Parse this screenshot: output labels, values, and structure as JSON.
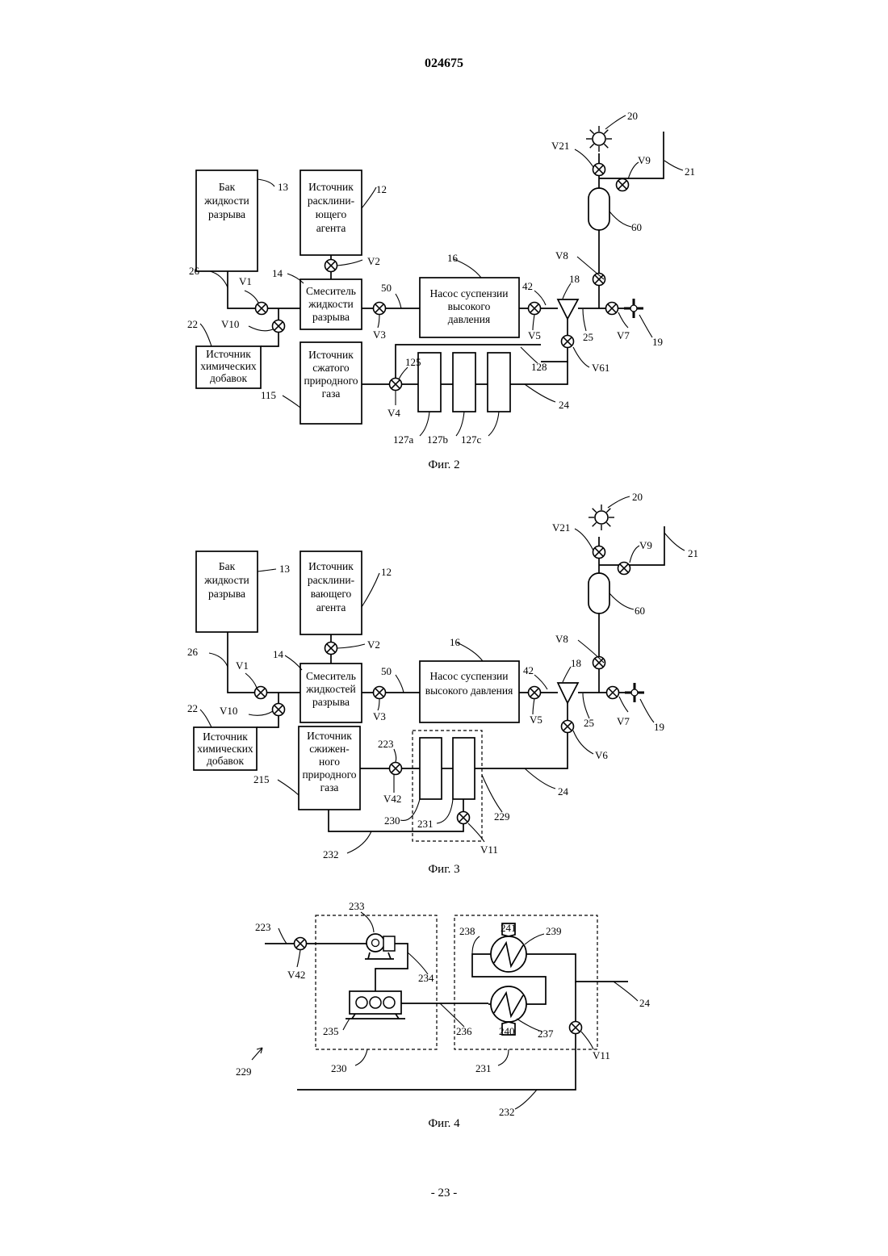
{
  "header": {
    "doc_number": "024675",
    "page_number": "- 23 -"
  },
  "fig2": {
    "caption": "Фиг. 2",
    "blocks": {
      "tank": [
        "Бак",
        "жидкости",
        "разрыва"
      ],
      "proppant": [
        "Источник",
        "расклини-",
        "ющего",
        "агента"
      ],
      "mixer": [
        "Смеситель",
        "жидкости",
        "разрыва"
      ],
      "pump": [
        "Насос суспензии",
        "высокого",
        "давления"
      ],
      "chem": [
        "Источник",
        "химических",
        "добавок"
      ],
      "gas": [
        "Источник",
        "сжатого",
        "природного",
        "газа"
      ]
    },
    "refs": {
      "r13": "13",
      "r12": "12",
      "r26": "26",
      "r14": "14",
      "r16": "16",
      "r22": "22",
      "r115": "115",
      "r50": "50",
      "r42": "42",
      "r18": "18",
      "r25": "25",
      "r128": "128",
      "r125": "125",
      "r24": "24",
      "r127a": "127a",
      "r127b": "127b",
      "r127c": "127c",
      "r20": "20",
      "r21": "21",
      "r60": "60",
      "r19": "19",
      "V1": "V1",
      "V2": "V2",
      "V3": "V3",
      "V4": "V4",
      "V5": "V5",
      "V61": "V61",
      "V7": "V7",
      "V8": "V8",
      "V9": "V9",
      "V10": "V10",
      "V21": "V21"
    }
  },
  "fig3": {
    "caption": "Фиг. 3",
    "blocks": {
      "tank": [
        "Бак",
        "жидкости",
        "разрыва"
      ],
      "proppant": [
        "Источник",
        "расклини-",
        "вающего",
        "агента"
      ],
      "mixer": [
        "Смеситель",
        "жидкостей",
        "разрыва"
      ],
      "pump": [
        "Насос суспензии",
        "высокого давления"
      ],
      "chem": [
        "Источник",
        "химических",
        "добавок"
      ],
      "gas": [
        "Источник",
        "сжижен-",
        "ного",
        "природного",
        "газа"
      ]
    },
    "refs": {
      "r13": "13",
      "r12": "12",
      "r26": "26",
      "r14": "14",
      "r16": "16",
      "r22": "22",
      "r215": "215",
      "r50": "50",
      "r42": "42",
      "r18": "18",
      "r25": "25",
      "r223": "223",
      "r24": "24",
      "r229": "229",
      "r230": "230",
      "r231": "231",
      "r232": "232",
      "r20": "20",
      "r21": "21",
      "r60": "60",
      "r19": "19",
      "V1": "V1",
      "V2": "V2",
      "V3": "V3",
      "V42": "V42",
      "V5": "V5",
      "V6": "V6",
      "V7": "V7",
      "V8": "V8",
      "V9": "V9",
      "V10": "V10",
      "V11": "V11",
      "V21": "V21"
    }
  },
  "fig4": {
    "caption": "Фиг. 4",
    "refs": {
      "r223": "223",
      "V42": "V42",
      "r233": "233",
      "r234": "234",
      "r235": "235",
      "r236": "236",
      "r237": "237",
      "r238": "238",
      "r239": "239",
      "r240": "240",
      "r241": "241",
      "r24": "24",
      "V11": "V11",
      "r229": "229",
      "r230": "230",
      "r231": "231",
      "r232": "232"
    }
  }
}
